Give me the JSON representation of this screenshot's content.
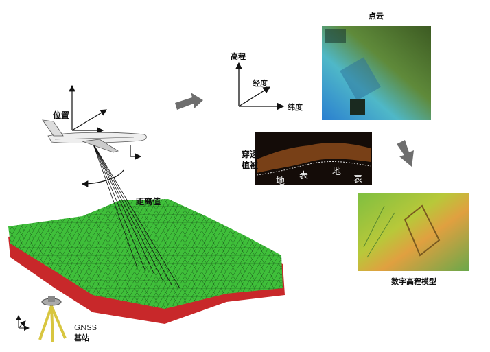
{
  "labels": {
    "point_cloud": "点云",
    "elevation": "高程",
    "longitude": "经度",
    "latitude": "纬度",
    "position": "位置",
    "penetrate_line1": "穿透",
    "penetrate_line2": "植被",
    "ground1": "地",
    "surface1": "表",
    "ground2": "地",
    "surface2": "表",
    "range_value": "距离值",
    "gnss": "GNSS",
    "base_station": "基站",
    "dem": "数字高程模型"
  },
  "colors": {
    "terrain_top": "#3fbf3a",
    "terrain_side": "#c8282a",
    "arrow": "#6e6e6e",
    "profile_bg": "#140c08",
    "tripod": "#d8c640"
  }
}
